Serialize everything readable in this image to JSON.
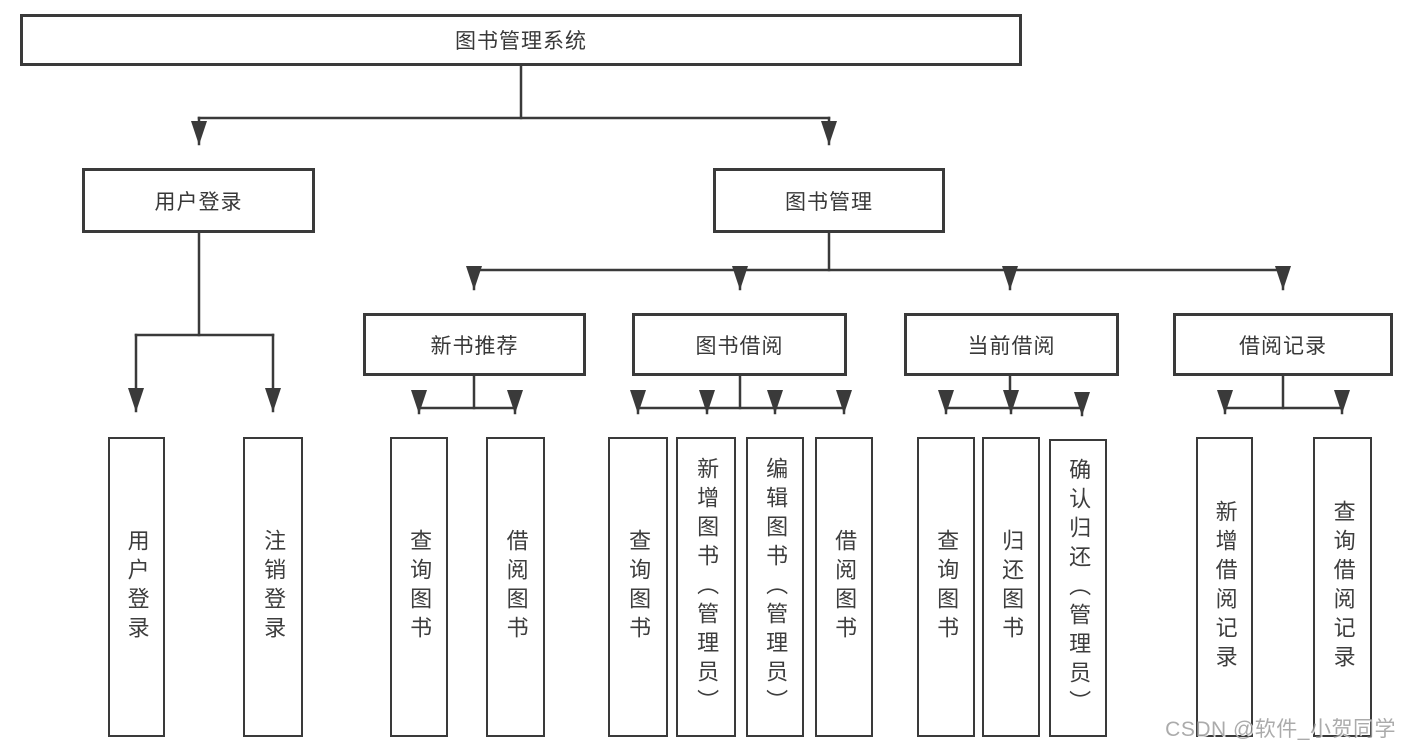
{
  "nodes": {
    "root": "图书管理系统",
    "user_login": "用户登录",
    "book_management": "图书管理",
    "new_book_recommend": "新书推荐",
    "book_borrowing": "图书借阅",
    "current_borrowing": "当前借阅",
    "borrowing_records": "借阅记录"
  },
  "leaves": {
    "user_login": [
      "用户登录",
      "注销登录"
    ],
    "new_book_recommend": [
      "查询图书",
      "借阅图书"
    ],
    "book_borrowing": [
      "查询图书",
      "新增图书（管理员）",
      "编辑图书（管理员）",
      "借阅图书"
    ],
    "current_borrowing": [
      "查询图书",
      "归还图书",
      "确认归还（管理员）"
    ],
    "borrowing_records": [
      "新增借阅记录",
      "查询借阅记录"
    ]
  },
  "watermark": "CSDN @软件_小贺同学",
  "colors": {
    "line": "#3a3a3a",
    "text": "#3d3d3d",
    "background": "#ffffff",
    "watermark": "#949494"
  }
}
